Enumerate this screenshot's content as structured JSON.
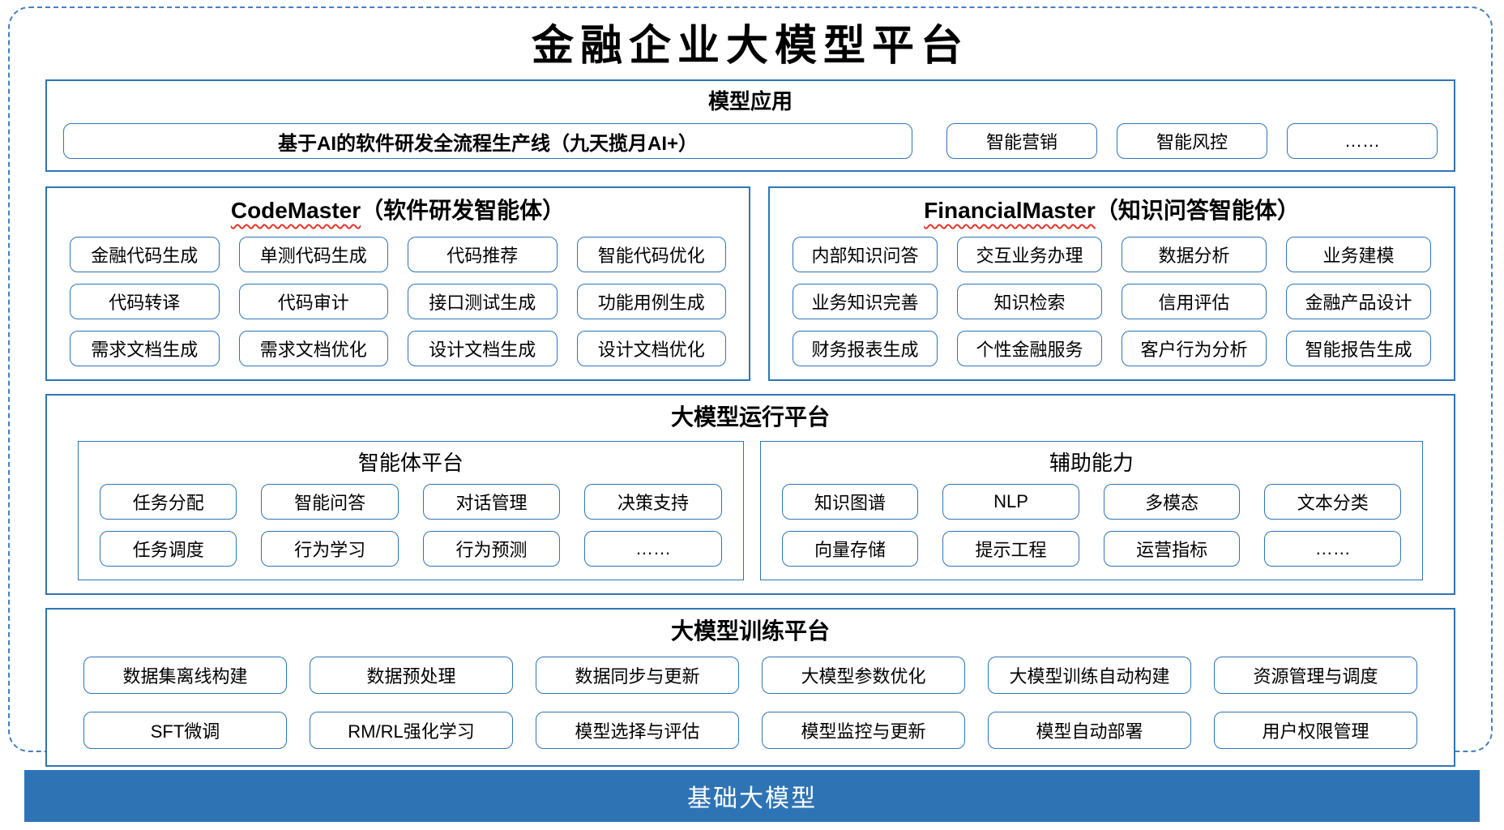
{
  "title": "金融企业大模型平台",
  "colors": {
    "section_border": "#2e75b6",
    "dashed_border": "#4a7ebb",
    "base_bar": "#2e74b5",
    "squiggle": "#e5352b",
    "text": "#000000",
    "bar_text": "#ffffff"
  },
  "sections": {
    "app": {
      "header": "模型应用",
      "main_button": "基于AI的软件研发全流程生产线（九天揽月AI+）",
      "buttons": [
        "智能营销",
        "智能风控",
        "……"
      ]
    },
    "code_master": {
      "name": "CodeMaster",
      "suffix": "（软件研发智能体）",
      "items": [
        "金融代码生成",
        "单测代码生成",
        "代码推荐",
        "智能代码优化",
        "代码转译",
        "代码审计",
        "接口测试生成",
        "功能用例生成",
        "需求文档生成",
        "需求文档优化",
        "设计文档生成",
        "设计文档优化"
      ]
    },
    "financial_master": {
      "name": "FinancialMaster",
      "suffix": "（知识问答智能体）",
      "items": [
        "内部知识问答",
        "交互业务办理",
        "数据分析",
        "业务建模",
        "业务知识完善",
        "知识检索",
        "信用评估",
        "金融产品设计",
        "财务报表生成",
        "个性金融服务",
        "客户行为分析",
        "智能报告生成"
      ]
    },
    "runtime": {
      "header": "大模型运行平台",
      "agent_platform": {
        "header": "智能体平台",
        "items": [
          "任务分配",
          "智能问答",
          "对话管理",
          "决策支持",
          "任务调度",
          "行为学习",
          "行为预测",
          "……"
        ]
      },
      "aux": {
        "header": "辅助能力",
        "items": [
          "知识图谱",
          "NLP",
          "多模态",
          "文本分类",
          "向量存储",
          "提示工程",
          "运营指标",
          "……"
        ]
      }
    },
    "training": {
      "header": "大模型训练平台",
      "items": [
        "数据集离线构建",
        "数据预处理",
        "数据同步与更新",
        "大模型参数优化",
        "大模型训练自动构建",
        "资源管理与调度",
        "SFT微调",
        "RM/RL强化学习",
        "模型选择与评估",
        "模型监控与更新",
        "模型自动部署",
        "用户权限管理"
      ]
    },
    "base": {
      "label": "基础大模型"
    }
  }
}
